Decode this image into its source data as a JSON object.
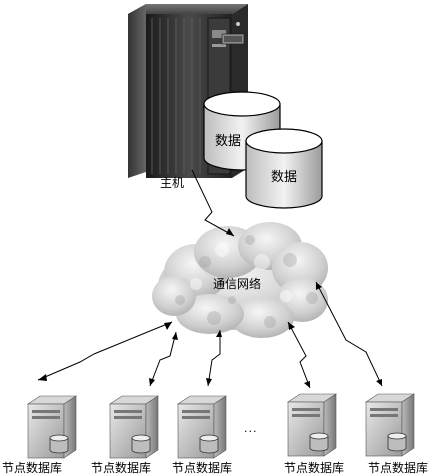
{
  "host": {
    "label": "主机"
  },
  "databases": [
    {
      "label": "数据"
    },
    {
      "label": "数据"
    }
  ],
  "network": {
    "label": "通信网络"
  },
  "nodes": [
    {
      "label": "节点数据库"
    },
    {
      "label": "节点数据库"
    },
    {
      "label": "节点数据库"
    },
    {
      "label": "节点数据库"
    },
    {
      "label": "节点数据库"
    }
  ],
  "ellipsis": "···"
}
